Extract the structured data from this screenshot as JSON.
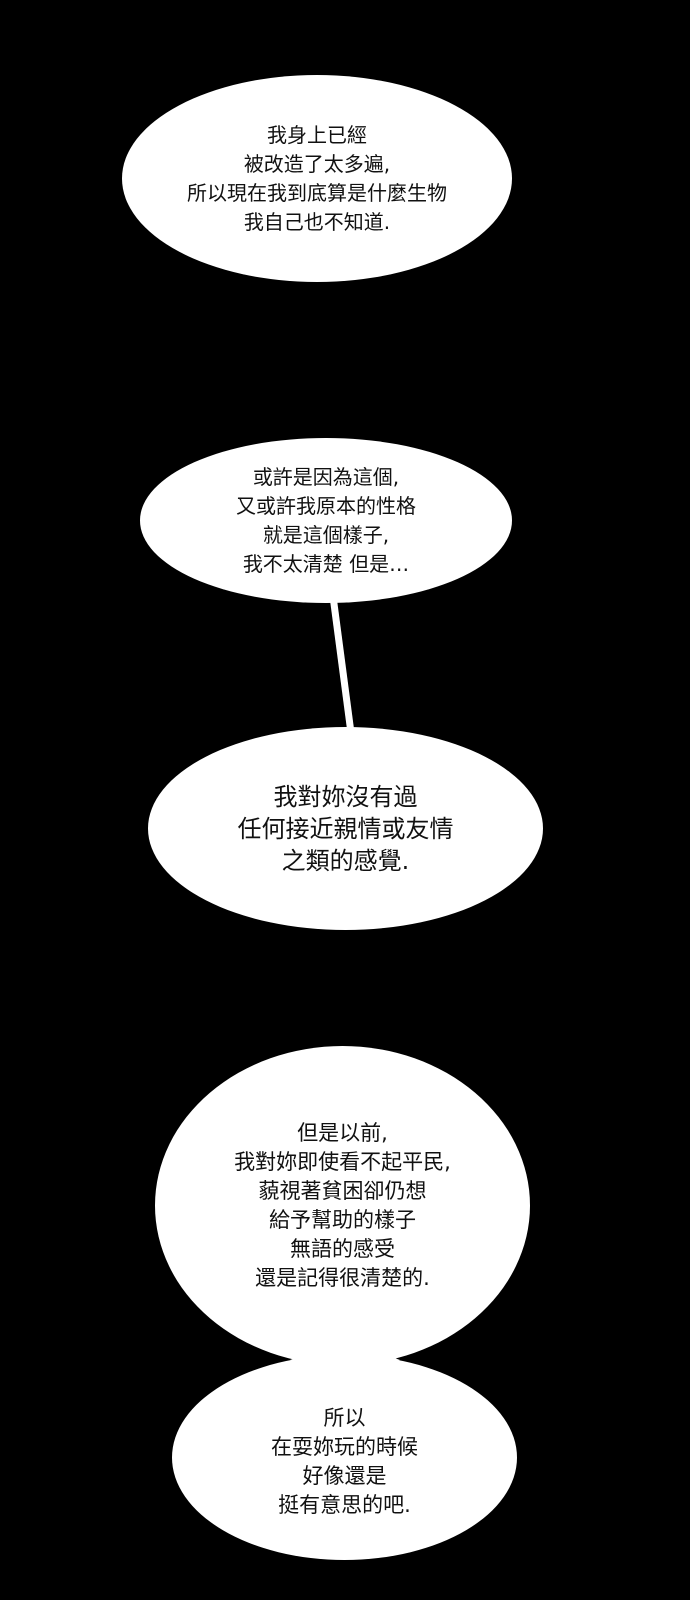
{
  "bubbles": [
    {
      "lines": [
        "我身上已經",
        "被改造了太多遍,",
        "所以現在我到底算是什麼生物",
        "我自己也不知道."
      ]
    },
    {
      "lines": [
        "或許是因為這個,",
        "又或許我原本的性格",
        "就是這個樣子,",
        "我不太清楚 但是…"
      ]
    },
    {
      "lines": [
        "我對妳沒有過",
        "任何接近親情或友情",
        "之類的感覺."
      ]
    },
    {
      "lines": [
        "但是以前,",
        "我對妳即使看不起平民,",
        "藐視著貧困卻仍想",
        "給予幫助的樣子",
        "無語的感受",
        "還是記得很清楚的."
      ]
    },
    {
      "lines": [
        "所以",
        "在耍妳玩的時候",
        "好像還是",
        "挺有意思的吧."
      ]
    }
  ],
  "colors": {
    "background": "#000000",
    "bubble": "#ffffff",
    "text": "#111111"
  }
}
